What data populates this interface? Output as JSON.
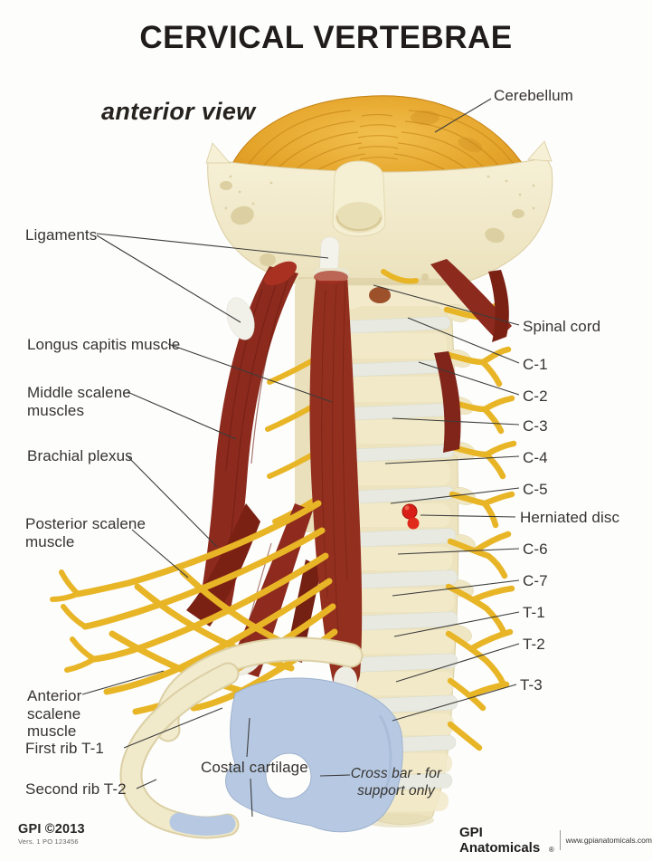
{
  "title": "CERVICAL VERTEBRAE",
  "view_label": "anterior view",
  "labels": {
    "cerebellum": "Cerebellum",
    "ligaments": "Ligaments",
    "longus_capitis": "Longus capitis muscle",
    "middle_scalene": "Middle scalene\nmuscles",
    "brachial_plexus": "Brachial plexus",
    "posterior_scalene": "Posterior scalene\nmuscle",
    "anterior_scalene": "Anterior\nscalene\nmuscle",
    "first_rib": "First rib T-1",
    "second_rib": "Second rib T-2",
    "costal_cartilage": "Costal cartilage",
    "cross_bar": "Cross bar - for\nsupport only",
    "spinal_cord": "Spinal cord",
    "c1": "C-1",
    "c2": "C-2",
    "c3": "C-3",
    "c4": "C-4",
    "c5": "C-5",
    "herniated_disc": "Herniated disc",
    "c6": "C-6",
    "c7": "C-7",
    "t1": "T-1",
    "t2": "T-2",
    "t3": "T-3"
  },
  "footer": {
    "copyright": "GPI ©2013",
    "version": "Vers. 1 PO 123456",
    "company": "GPI Anatomicals",
    "registered_mark": "®",
    "website": "www.gpianatomicals.com"
  },
  "colors": {
    "cerebellum": "#E5A52B",
    "bone": "#F0E8C8",
    "muscle": "#8E2B1E",
    "nerve": "#E8B526",
    "cartilage": "#B7C9E2",
    "herniated_disc": "#D81F17",
    "text": "#363330"
  }
}
